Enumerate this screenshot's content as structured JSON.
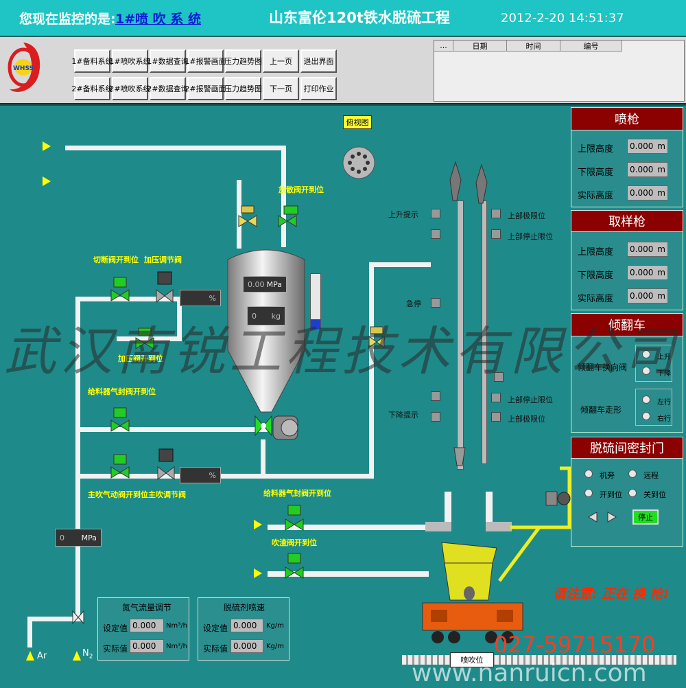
{
  "header": {
    "monitor_label": "您现在监控的是:",
    "monitor_value": "1#喷 吹 系 统",
    "project_title": "山东富伦120t铁水脱硫工程",
    "datetime": "2012-2-20 14:51:37"
  },
  "logo": {
    "text": "WHSS"
  },
  "nav": {
    "row1": [
      "1#备料系统",
      "1#喷吹系统",
      "1#数据查询",
      "1#报警画面",
      "压力趋势图",
      "上一页",
      "退出界面"
    ],
    "row2": [
      "2#备料系统",
      "2#喷吹系统",
      "2#数据查询",
      "2#报警画面",
      "压力趋势图",
      "下一页",
      "打印作业"
    ]
  },
  "alarm_table": {
    "columns": [
      "...",
      "日期",
      "时间",
      "编号"
    ]
  },
  "diagram": {
    "top_view_button": "俯视图",
    "valve_labels": {
      "discharge": "放散阀开到位",
      "cutoff": "切断阀开到位",
      "pressurize_reg": "加压调节阀",
      "pressurize_valve": "加压阀开到位",
      "feeder_seal": "给料器气封阀开到位",
      "main_blow": "主吹气动阀开到位",
      "main_blow_reg": "主吹调节阀",
      "feeder_seal_2": "给料器气封阀开到位",
      "blow_slag": "吹渣阀开到位"
    },
    "tank_pressure_unit": "MPa",
    "tank_pressure_value": "0.00",
    "tank_weight_value": "0",
    "tank_weight_unit": "kg",
    "pct_unit_1": "%",
    "pct_unit_2": "%",
    "line_pressure_value": "0",
    "line_pressure_unit": "MPa",
    "gas_ar": "Ar",
    "gas_n2": "N",
    "gas_n2_sub": "2",
    "lance_labels": {
      "rise_hint": "上升提示",
      "emergency_stop": "急停",
      "fall_hint": "下降提示",
      "upper_limit": "上部极限位",
      "upper_stop_limit": "上部停止限位",
      "lower_stop_limit": "上部停止限位",
      "lower_limit": "上部极限位"
    },
    "n2_flow": {
      "title": "氮气流量调节",
      "set_label": "设定值",
      "act_label": "实际值",
      "set_value": "0.000",
      "act_value": "0.000",
      "unit": "Nm³/h"
    },
    "desulf_speed": {
      "title": "脱硫剂喷速",
      "set_label": "设定值",
      "act_label": "实际值",
      "set_value": "0.000",
      "act_value": "0.000",
      "unit": "Kg/m"
    },
    "car_label": "喷吹位",
    "warning": "请注意: 正在 换 枪!"
  },
  "spray_gun": {
    "title": "喷枪",
    "rows": [
      {
        "label": "上限高度",
        "value": "0.000",
        "unit": "m"
      },
      {
        "label": "下限高度",
        "value": "0.000",
        "unit": "m"
      },
      {
        "label": "实际高度",
        "value": "0.000",
        "unit": "m"
      }
    ]
  },
  "sample_gun": {
    "title": "取样枪",
    "rows": [
      {
        "label": "上限高度",
        "value": "0.000",
        "unit": "m"
      },
      {
        "label": "下限高度",
        "value": "0.000",
        "unit": "m"
      },
      {
        "label": "实际高度",
        "value": "0.000",
        "unit": "m"
      }
    ]
  },
  "tilt_car": {
    "title": "倾翻车",
    "reverse_valve_label": "倾翻车换向阀",
    "up": "上升",
    "down": "下降",
    "travel_label": "倾翻车走形",
    "left": "左行",
    "right": "右行"
  },
  "seal_door": {
    "title": "脱硫间密封门",
    "local": "机旁",
    "remote": "远程",
    "open_pos": "开到位",
    "close_pos": "关到位",
    "stop_button": "停止"
  },
  "watermark": {
    "company": "武汉南锐工程技术有限公司",
    "phone": "027-59715170",
    "website": "www.nanruicn.com"
  },
  "colors": {
    "accent_red": "#8b0000",
    "valve_green": "#22cc22",
    "label_yellow": "#ffff00"
  }
}
